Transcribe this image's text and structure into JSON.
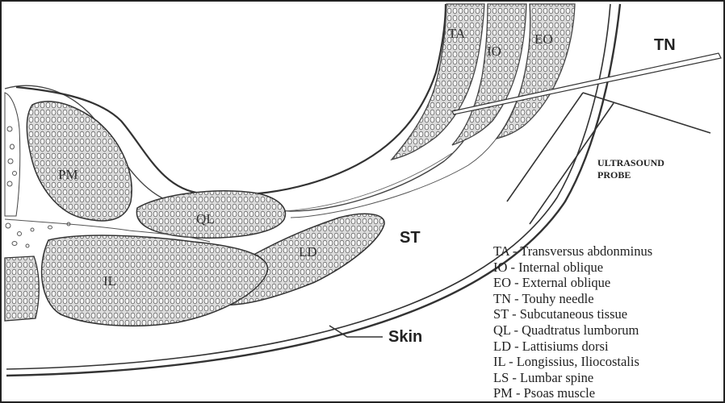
{
  "labels": {
    "ta": "TA",
    "io": "IO",
    "eo": "EO",
    "tn": "TN",
    "pm": "PM",
    "ql": "QL",
    "ld": "LD",
    "il": "IL",
    "st": "ST",
    "skin": "Skin",
    "probe_line1": "ULTRASOUND",
    "probe_line2": "PROBE"
  },
  "legend": [
    "TA - Transversus abdonminus",
    "IO - Internal oblique",
    "EO - External oblique",
    "TN - Touhy needle",
    "ST - Subcutaneous tissue",
    "QL - Quadtratus lumborum",
    "LD - Lattisiums dorsi",
    "IL - Longissius, Iliocostalis",
    "LS - Lumbar spine",
    "PM - Psoas muscle"
  ],
  "colors": {
    "outline": "#3a3a3a",
    "muscle_fill": "#d8d8d8",
    "background": "#ffffff"
  }
}
